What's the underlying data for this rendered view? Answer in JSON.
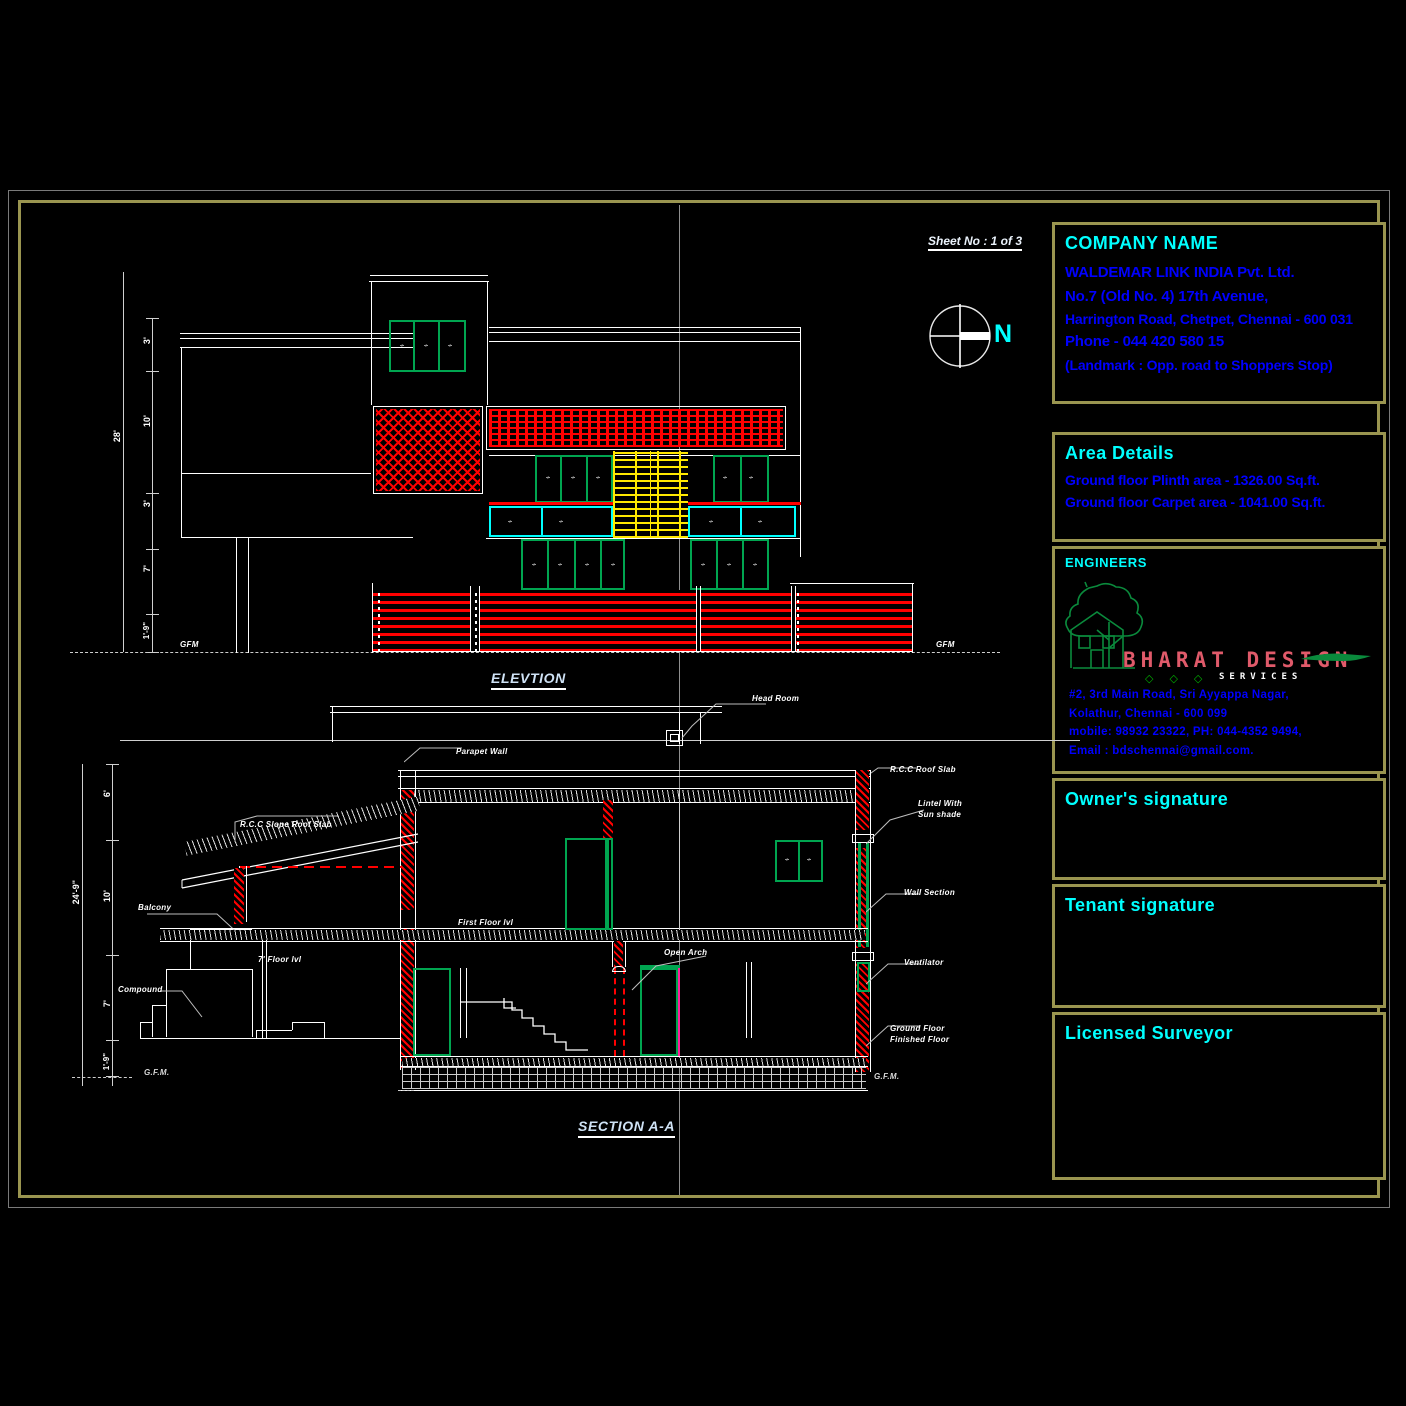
{
  "sheet": {
    "sheet_no": "Sheet No : 1 of 3",
    "north_label": "N",
    "background_color": "#000000",
    "frame_color": "#9a9550"
  },
  "title_block": {
    "company": {
      "heading": "COMPANY NAME",
      "lines": [
        "WALDEMAR LINK INDIA Pvt. Ltd.",
        "No.7 (Old No. 4) 17th Avenue,",
        "Harrington Road, Chetpet, Chennai - 600 031",
        "Phone - 044 420 580 15",
        "(Landmark : Opp. road to Shoppers Stop)"
      ]
    },
    "area_details": {
      "heading": "Area Details",
      "lines": [
        "Ground floor Plinth area - 1326.00 Sq.ft.",
        "Ground floor Carpet area - 1041.00 Sq.ft."
      ]
    },
    "engineers": {
      "heading": "ENGINEERS",
      "logo_name": "BHARAT DESIGN",
      "logo_sub": "SERVICES",
      "address_lines": [
        "#2, 3rd Main Road, Sri Ayyappa Nagar,",
        "Kolathur, Chennai - 600 099",
        "mobile: 98932 23322, PH: 044-4352 9494,",
        "Email : bdschennai@gmail.com."
      ]
    },
    "owner_signature": "Owner's signature",
    "tenant_signature": "Tenant signature",
    "licensed_surveyor": "Licensed Surveyor"
  },
  "drawings": {
    "elevation": {
      "title": "ELEVTION",
      "ground_marks": [
        "GFM",
        "GFM"
      ],
      "overall_dimension": "28'",
      "dimension_chain": [
        "3'",
        "10'",
        "3'",
        "7'",
        "1'-9\""
      ]
    },
    "section": {
      "title": "SECTION A-A",
      "ground_marks": [
        "G.F.M.",
        "G.F.M."
      ],
      "overall_dimension": "24'-9\"",
      "dimension_chain": [
        "6'",
        "10'",
        "7'",
        "1'-9\""
      ],
      "annotations": [
        "Head Room",
        "Parapet Wall",
        "R.C.C Roof Slab",
        "Lintel With",
        "Sun shade",
        "Wall Section",
        "Ventilator",
        "Ground Floor",
        "Finished Floor",
        "R.C.C Slope Roof Slab",
        "Balcony",
        "Compound",
        "First Floor lvl",
        "7' Floor lvl",
        "Open Arch"
      ]
    }
  },
  "colors": {
    "cyan": "#00ffff",
    "blue": "#0000ff",
    "red": "#ff0000",
    "green": "#00a550",
    "yellow": "#ffe800",
    "white": "#ffffff",
    "frame": "#9a9550"
  }
}
